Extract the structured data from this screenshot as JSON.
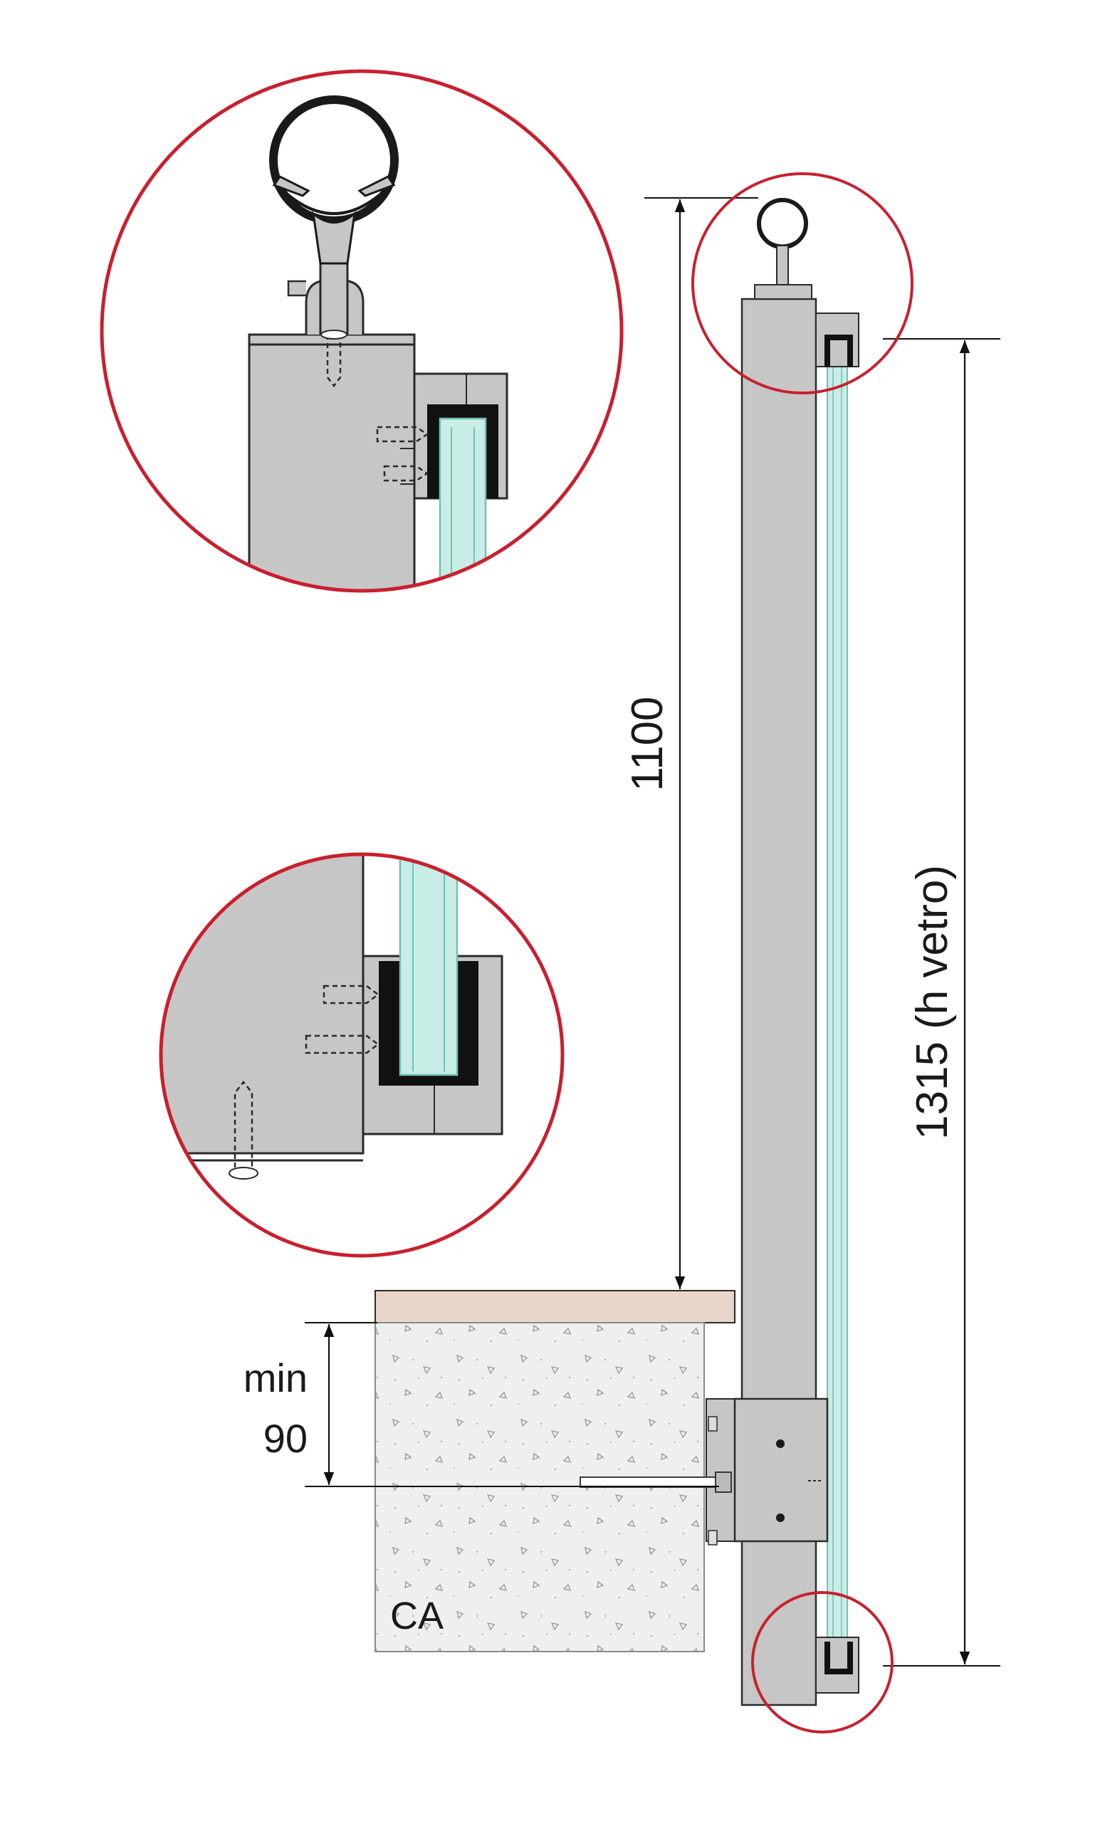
{
  "dimensions": {
    "height_total": "1100",
    "height_glass": "1315 (h vetro)",
    "anchor_depth_line1": "min",
    "anchor_depth_line2": "90"
  },
  "material": {
    "concrete": "CA"
  },
  "colors": {
    "post": "#c6c6c6",
    "post_outline": "#2a2a2a",
    "glass": "#c8ece6",
    "glass_edge": "#6fc2b2",
    "gasket": "#111111",
    "detail_circle": "#c8202f",
    "slab": "#e8d6ca",
    "concrete": "#efefef"
  }
}
